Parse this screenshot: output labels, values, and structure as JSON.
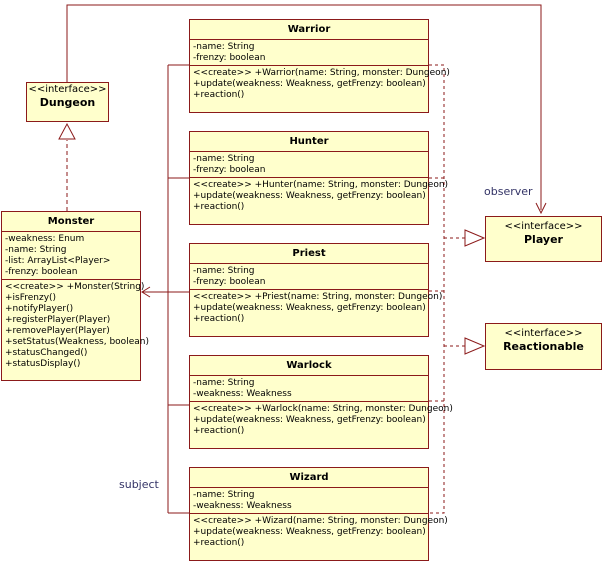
{
  "classes": {
    "warrior": {
      "name": "Warrior",
      "attributes": [
        "-name: String",
        "-frenzy: boolean"
      ],
      "methods": [
        "<<create>> +Warrior(name: String, monster: Dungeon)",
        "+update(weakness: Weakness, getFrenzy: boolean)",
        "+reaction()"
      ]
    },
    "hunter": {
      "name": "Hunter",
      "attributes": [
        "-name: String",
        "-frenzy: boolean"
      ],
      "methods": [
        "<<create>> +Hunter(name: String, monster: Dungeon)",
        "+update(weakness: Weakness, getFrenzy: boolean)",
        "+reaction()"
      ]
    },
    "priest": {
      "name": "Priest",
      "attributes": [
        "-name: String",
        "-frenzy: boolean"
      ],
      "methods": [
        "<<create>> +Priest(name: String, monster: Dungeon)",
        "+update(weakness: Weakness, getFrenzy: boolean)",
        "+reaction()"
      ]
    },
    "warlock": {
      "name": "Warlock",
      "attributes": [
        "-name: String",
        "-weakness: Weakness"
      ],
      "methods": [
        "<<create>> +Warlock(name: String, monster: Dungeon)",
        "+update(weakness: Weakness, getFrenzy: boolean)",
        "+reaction()"
      ]
    },
    "wizard": {
      "name": "Wizard",
      "attributes": [
        "-name: String",
        "-weakness: Weakness"
      ],
      "methods": [
        "<<create>> +Wizard(name: String, monster: Dungeon)",
        "+update(weakness: Weakness, getFrenzy: boolean)",
        "+reaction()"
      ]
    },
    "monster": {
      "name": "Monster",
      "attributes": [
        "-weakness: Enum",
        "-name: String",
        "-list: ArrayList<Player>",
        "-frenzy: boolean"
      ],
      "methods": [
        "<<create>> +Monster(String)",
        "+isFrenzy()",
        "+notifyPlayer()",
        "+registerPlayer(Player)",
        "+removePlayer(Player)",
        "+setStatus(Weakness, boolean)",
        "+statusChanged()",
        "+statusDisplay()"
      ]
    }
  },
  "interfaces": {
    "dungeon": {
      "stereotype": "<<interface>>",
      "name": "Dungeon"
    },
    "player": {
      "stereotype": "<<interface>>",
      "name": "Player"
    },
    "reactionable": {
      "stereotype": "<<interface>>",
      "name": "Reactionable"
    }
  },
  "labels": {
    "observer": "observer",
    "subject": "subject"
  },
  "colors": {
    "line": "#8b1a1a",
    "fill": "#ffffcc",
    "dashed_line": "#8b1a1a"
  }
}
